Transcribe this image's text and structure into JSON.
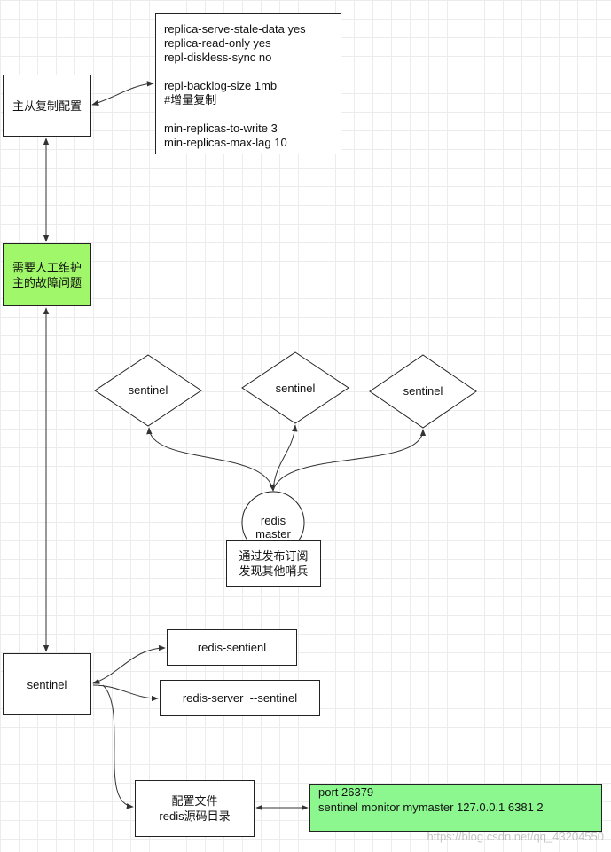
{
  "nodes": {
    "master_slave_config": "主从复制配置",
    "config_lines": [
      "replica-serve-stale-data yes",
      "replica-read-only yes",
      "repl-diskless-sync no",
      "",
      "repl-backlog-size 1mb",
      "#增量复制",
      "",
      "min-replicas-to-write 3",
      "min-replicas-max-lag 10"
    ],
    "manual_failover_lines": [
      "需要人工维护",
      "主的故障问题"
    ],
    "sentinel_1": "sentinel",
    "sentinel_2": "sentinel",
    "sentinel_3": "sentinel",
    "redis_master_lines": [
      "redis",
      "master"
    ],
    "pubsub_lines": [
      "通过发布订阅",
      "发现其他哨兵"
    ],
    "sentinel_main": "sentinel",
    "redis_sentinel_cmd": "redis-sentienl",
    "redis_server_cmd": "redis-server  --sentinel",
    "config_file_lines": [
      "配置文件",
      "redis源码目录"
    ],
    "sentinel_conf_lines": [
      "port 26379",
      "sentinel monitor mymaster 127.0.0.1 6381 2"
    ]
  },
  "watermark": "https://blog.csdn.net/qq_43204550",
  "colors": {
    "line": "#333333",
    "green": "#a0f76a",
    "green_light": "#8df78f",
    "grid": "#ececec"
  }
}
